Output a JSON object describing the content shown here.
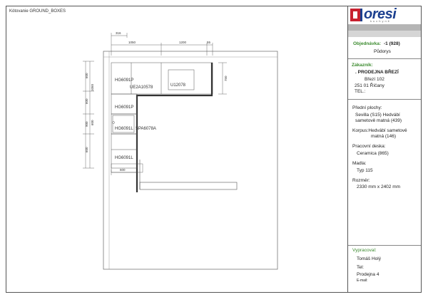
{
  "file_title": "Kótovanie GROUND_BOXES",
  "brand": {
    "logo_text": "oresi",
    "logo_sub": "kuchyně",
    "color": "#1b3f8f"
  },
  "order": {
    "label": "Objednávka:",
    "number": "-1 (928)",
    "view": "Půdorys"
  },
  "customer": {
    "label": "Zákazník:",
    "name": ". PRODEJNA BŘEZÍ",
    "street": "Březí 102",
    "city": "251 01 Říčany",
    "tel": "TEL.:"
  },
  "specs": {
    "worktop_faces_label": "Přední plochy:",
    "worktop_faces_value_1": "Sevilla (S15) Hedvábí",
    "worktop_faces_value_2": "sametově matná (439)",
    "carcass": "Korpus:Hedvábí sametově",
    "carcass_2": "matná (146)",
    "worktop_label": "Pracovní deska:",
    "worktop_value": "Ceramica (865)",
    "handles_label": "Madla:",
    "handles_value": "Typ 115",
    "size_label": "Rozměr:",
    "size_value": "2330 mm x 2402 mm"
  },
  "prepared": {
    "label": "Vypracoval:",
    "name": "Tomáš Holý",
    "tel": "Tel:",
    "store": "Prodejna 4",
    "email": "E-mail:"
  },
  "drawing": {
    "dims_top": [
      "316",
      "1050",
      "1200",
      "55"
    ],
    "dims_left": [
      "600",
      "1050",
      "600",
      "900",
      "600",
      "600"
    ],
    "dim_right": "750",
    "dim_bottom": "600",
    "labels": [
      "HG6091P",
      "UE2A10578",
      "U12078",
      "HG6091P",
      "HG6091L",
      "SPA6078A",
      "HG6091L"
    ]
  }
}
